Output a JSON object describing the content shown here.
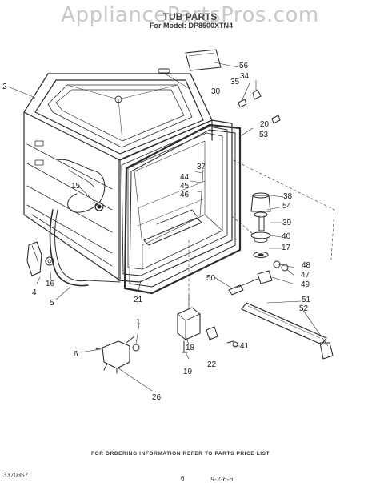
{
  "watermark": "AppliancePartsPros.com",
  "header": {
    "title": "TUB PARTS",
    "model_line": "For Model: DP8500XTN4"
  },
  "callouts": {
    "c56": "56",
    "c34": "34",
    "c35": "35",
    "c30": "30",
    "c2": "2",
    "c20": "20",
    "c53": "53",
    "c37": "37",
    "c44": "44",
    "c45": "45",
    "c46": "46",
    "c15": "15",
    "c38": "38",
    "c54": "54",
    "c39": "39",
    "c40": "40",
    "c17": "17",
    "c48": "48",
    "c47": "47",
    "c49": "49",
    "c50": "50",
    "c4": "4",
    "c16": "16",
    "c5": "5",
    "c21": "21",
    "c51": "51",
    "c52": "52",
    "c1": "1",
    "c6": "6",
    "c18": "18",
    "c41": "41",
    "c22": "22",
    "c19": "19",
    "c26": "26"
  },
  "footer": {
    "note": "FOR ORDERING INFORMATION REFER TO PARTS PRICE LIST",
    "doc_number": "3370357",
    "page_number": "6",
    "handwritten_date": "9-2-6-6"
  }
}
